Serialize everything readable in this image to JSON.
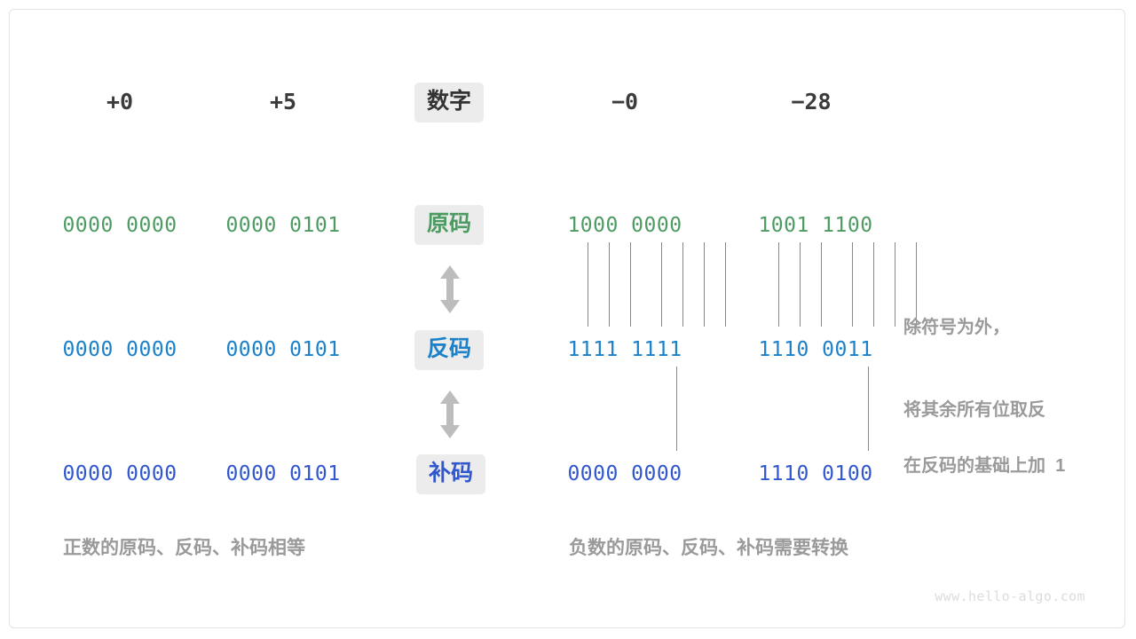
{
  "diagram": {
    "title": "Sign-magnitude / ones-complement / two-s-complement conversion",
    "watermark": "www.hello-algo.com",
    "colors": {
      "sign_magnitude": "#4d9b62",
      "ones_complement": "#1b81ca",
      "twos_complement": "#3157cf",
      "chip_background": "#ececec",
      "note_text": "#9a9a9a",
      "tick_line": "#8a8a8a",
      "arrow": "#bdbdbd",
      "header_number": "#3b3b3b"
    },
    "row_labels": [
      {
        "key": "number",
        "label": "数字"
      },
      {
        "key": "sign_magnitude",
        "label": "原码"
      },
      {
        "key": "ones_complement",
        "label": "反码"
      },
      {
        "key": "twos_complement",
        "label": "补码"
      }
    ],
    "columns": [
      {
        "key": "pos0",
        "header": "+0",
        "sign_magnitude": "0000 0000",
        "ones_complement": "0000 0000",
        "twos_complement": "0000 0000"
      },
      {
        "key": "pos5",
        "header": "+5",
        "sign_magnitude": "0000 0101",
        "ones_complement": "0000 0101",
        "twos_complement": "0000 0101"
      },
      {
        "key": "neg0",
        "header": "−0",
        "sign_magnitude": "1000 0000",
        "ones_complement": "1111 1111",
        "twos_complement": "0000 0000"
      },
      {
        "key": "neg28",
        "header": "−28",
        "sign_magnitude": "1001 1100",
        "ones_complement": "1110 0011",
        "twos_complement": "1110 0100"
      }
    ],
    "notes": [
      {
        "key": "invert",
        "line1": "除符号为外，",
        "line2": "将其余所有位取反"
      },
      {
        "key": "plus_one",
        "line1": "在反码的基础上加  1"
      }
    ],
    "captions": [
      {
        "key": "positive",
        "text": "正数的原码、反码、补码相等"
      },
      {
        "key": "negative",
        "text": "负数的原码、反码、补码需要转换"
      }
    ]
  }
}
